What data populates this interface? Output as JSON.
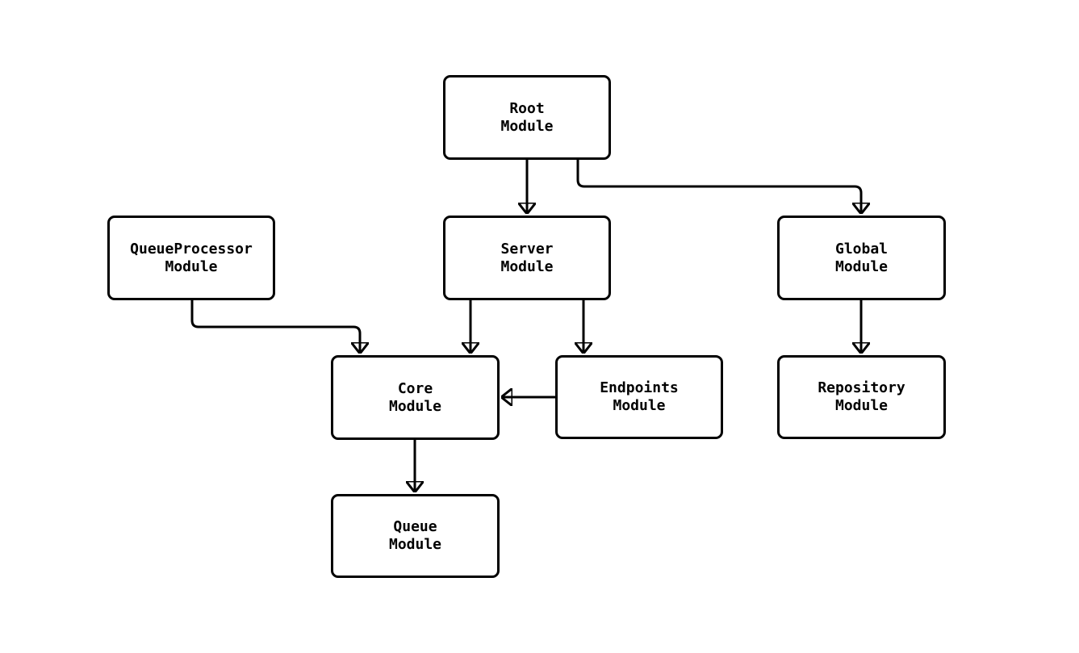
{
  "diagram": {
    "type": "module-dependency-flowchart",
    "background_color": "#ffffff",
    "node_fill_color": "#ffffff",
    "node_border_color": "#000000",
    "edge_color": "#000000",
    "nodes": {
      "root": {
        "line1": "Root",
        "line2": "Module"
      },
      "queue_processor": {
        "line1": "QueueProcessor",
        "line2": "Module"
      },
      "server": {
        "line1": "Server",
        "line2": "Module"
      },
      "global": {
        "line1": "Global",
        "line2": "Module"
      },
      "core": {
        "line1": "Core",
        "line2": "Module"
      },
      "endpoints": {
        "line1": "Endpoints",
        "line2": "Module"
      },
      "repository": {
        "line1": "Repository",
        "line2": "Module"
      },
      "queue": {
        "line1": "Queue",
        "line2": "Module"
      }
    },
    "edges": [
      {
        "from": "Root Module",
        "to": "Server Module"
      },
      {
        "from": "Root Module",
        "to": "Global Module"
      },
      {
        "from": "QueueProcessor Module",
        "to": "Core Module"
      },
      {
        "from": "Server Module",
        "to": "Core Module"
      },
      {
        "from": "Server Module",
        "to": "Endpoints Module"
      },
      {
        "from": "Endpoints Module",
        "to": "Core Module"
      },
      {
        "from": "Global Module",
        "to": "Repository Module"
      },
      {
        "from": "Core Module",
        "to": "Queue Module"
      }
    ]
  }
}
